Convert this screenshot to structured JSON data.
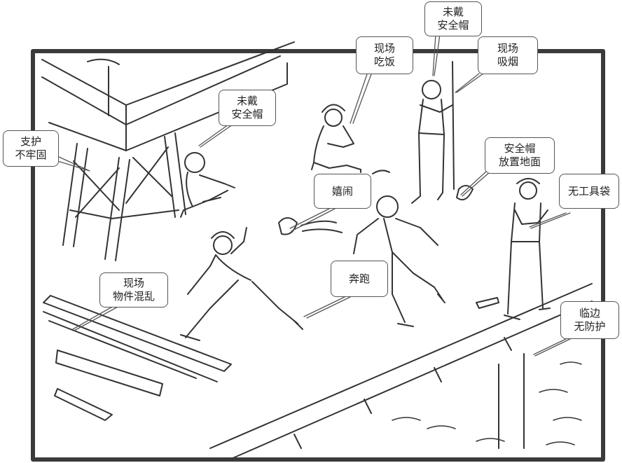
{
  "colors": {
    "frame": "#3a3a3a",
    "ink": "#333333",
    "callout_border": "#555555",
    "callout_text": "#222222"
  },
  "callouts": [
    {
      "id": "unstable-support",
      "text": "支护\n不牢固"
    },
    {
      "id": "eating-onsite",
      "text": "现场\n吃饭"
    },
    {
      "id": "no-helmet-top",
      "text": "未戴\n安全帽"
    },
    {
      "id": "smoking-onsite",
      "text": "现场\n吸烟"
    },
    {
      "id": "no-helmet-sitting",
      "text": "未戴\n安全帽"
    },
    {
      "id": "helmet-on-ground",
      "text": "安全帽\n放置地面"
    },
    {
      "id": "horseplay",
      "text": "嬉闹"
    },
    {
      "id": "no-tool-bag",
      "text": "无工具袋"
    },
    {
      "id": "running",
      "text": "奔跑"
    },
    {
      "id": "messy-materials",
      "text": "现场\n物件混乱"
    },
    {
      "id": "no-edge-protection",
      "text": "临边\n无防护"
    }
  ]
}
